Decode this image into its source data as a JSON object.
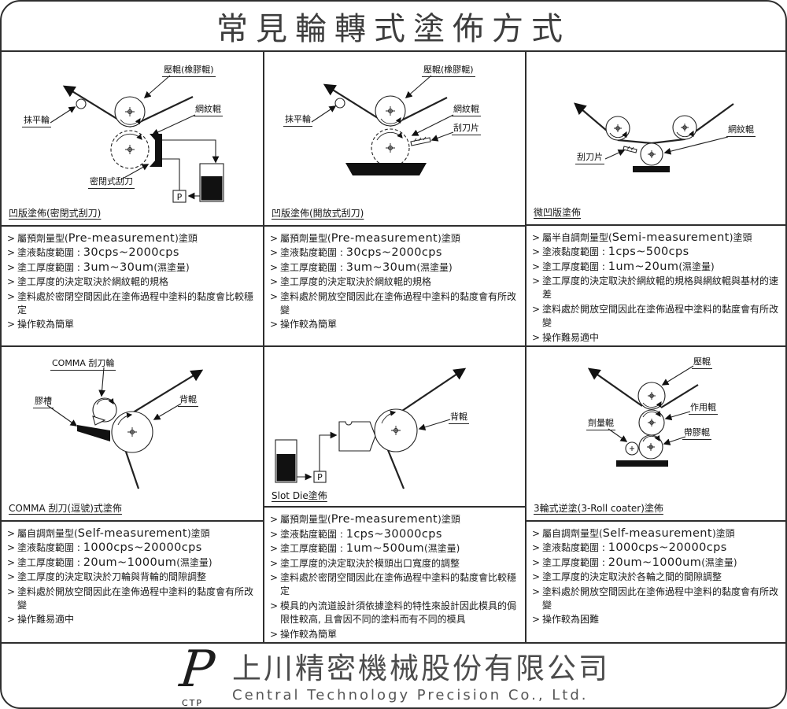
{
  "title": "常見輪轉式塗佈方式",
  "panels": [
    {
      "caption": "凹版塗佈(密閉式刮刀)",
      "labels": {
        "press": "壓輥(橡膠輥)",
        "gravure": "網紋輥",
        "leveler": "抹平輪",
        "blade": "密閉式刮刀",
        "pump": "P"
      },
      "bullets": [
        "屬預劑量型(Pre-measurement)塗頭",
        "塗液黏度範圍 : 30cps~2000cps",
        "塗工厚度範圍 : 3um~30um(濕塗量)",
        "塗工厚度的決定取決於網紋輥的規格",
        "塗料處於密閉空間因此在塗佈過程中塗料的黏度會比較穩定",
        "操作較為簡單"
      ]
    },
    {
      "caption": "凹版塗佈(開放式刮刀)",
      "labels": {
        "press": "壓輥(橡膠輥)",
        "gravure": "網紋輥",
        "blade": "刮刀片",
        "leveler": "抹平輪"
      },
      "bullets": [
        "屬預劑量型(Pre-measurement)塗頭",
        "塗液黏度範圍 : 30cps~2000cps",
        "塗工厚度範圍 : 3um~30um(濕塗量)",
        "塗工厚度的決定取決於網紋輥的規格",
        "塗料處於開放空間因此在塗佈過程中塗料的黏度會有所改變",
        "操作較為簡單"
      ]
    },
    {
      "caption": "微凹版塗佈",
      "labels": {
        "gravure": "網紋輥",
        "blade": "刮刀片"
      },
      "bullets": [
        "屬半自調劑量型(Semi-measurement)塗頭",
        "塗液黏度範圍 : 1cps~500cps",
        "塗工厚度範圍 : 1um~20um(濕塗量)",
        "塗工厚度的決定取決於網紋輥的規格與網紋輥與基材的速差",
        "塗料處於開放空間因此在塗佈過程中塗料的黏度會有所改變",
        "操作難易適中"
      ]
    },
    {
      "caption": "COMMA 刮刀(逗號)式塗佈",
      "labels": {
        "comma": "COMMA 刮刀輪",
        "trough": "膠槽",
        "back": "背輥"
      },
      "bullets": [
        "屬自調劑量型(Self-measurement)塗頭",
        "塗液黏度範圍 : 1000cps~20000cps",
        "塗工厚度範圍 : 20um~1000um(濕塗量)",
        "塗工厚度的決定取決於刀輪與背輪的間隙調整",
        "塗料處於開放空間因此在塗佈過程中塗料的黏度會有所改變",
        "操作難易適中"
      ]
    },
    {
      "caption": "Slot Die塗佈",
      "labels": {
        "back": "背輥",
        "pump": "P"
      },
      "bullets": [
        "屬預劑量型(Pre-measurement)塗頭",
        "塗液黏度範圍 : 1cps~30000cps",
        "塗工厚度範圍 : 1um~500um(濕塗量)",
        "塗工厚度的決定取決於模頭出口寬度的調整",
        "塗料處於密閉空間因此在塗佈過程中塗料的黏度會比較穩定",
        "模具的內流道設計須依據塗料的特性來設計因此模具的侷限性較高, 且會因不同的塗料而有不同的模具",
        "操作較為簡單"
      ]
    },
    {
      "caption": "3輪式逆塗(3-Roll coater)塗佈",
      "labels": {
        "press": "壓輥",
        "apply": "作用輥",
        "glue": "帶膠輥",
        "meter": "劑量輥"
      },
      "bullets": [
        "屬自調劑量型(Self-measurement)塗頭",
        "塗液黏度範圍 : 1000cps~20000cps",
        "塗工厚度範圍 : 20um~1000um(濕塗量)",
        "塗工厚度的決定取決於各輪之間的間隙調整",
        "塗料處於開放空間因此在塗佈過程中塗料的黏度會有所改變",
        "操作較為困難"
      ]
    }
  ],
  "footer": {
    "logo_letter": "P",
    "logo_sub": "CTP",
    "company_zh": "上川精密機械股份有限公司",
    "company_en": "Central  Technology  Precision  Co.,  Ltd."
  }
}
